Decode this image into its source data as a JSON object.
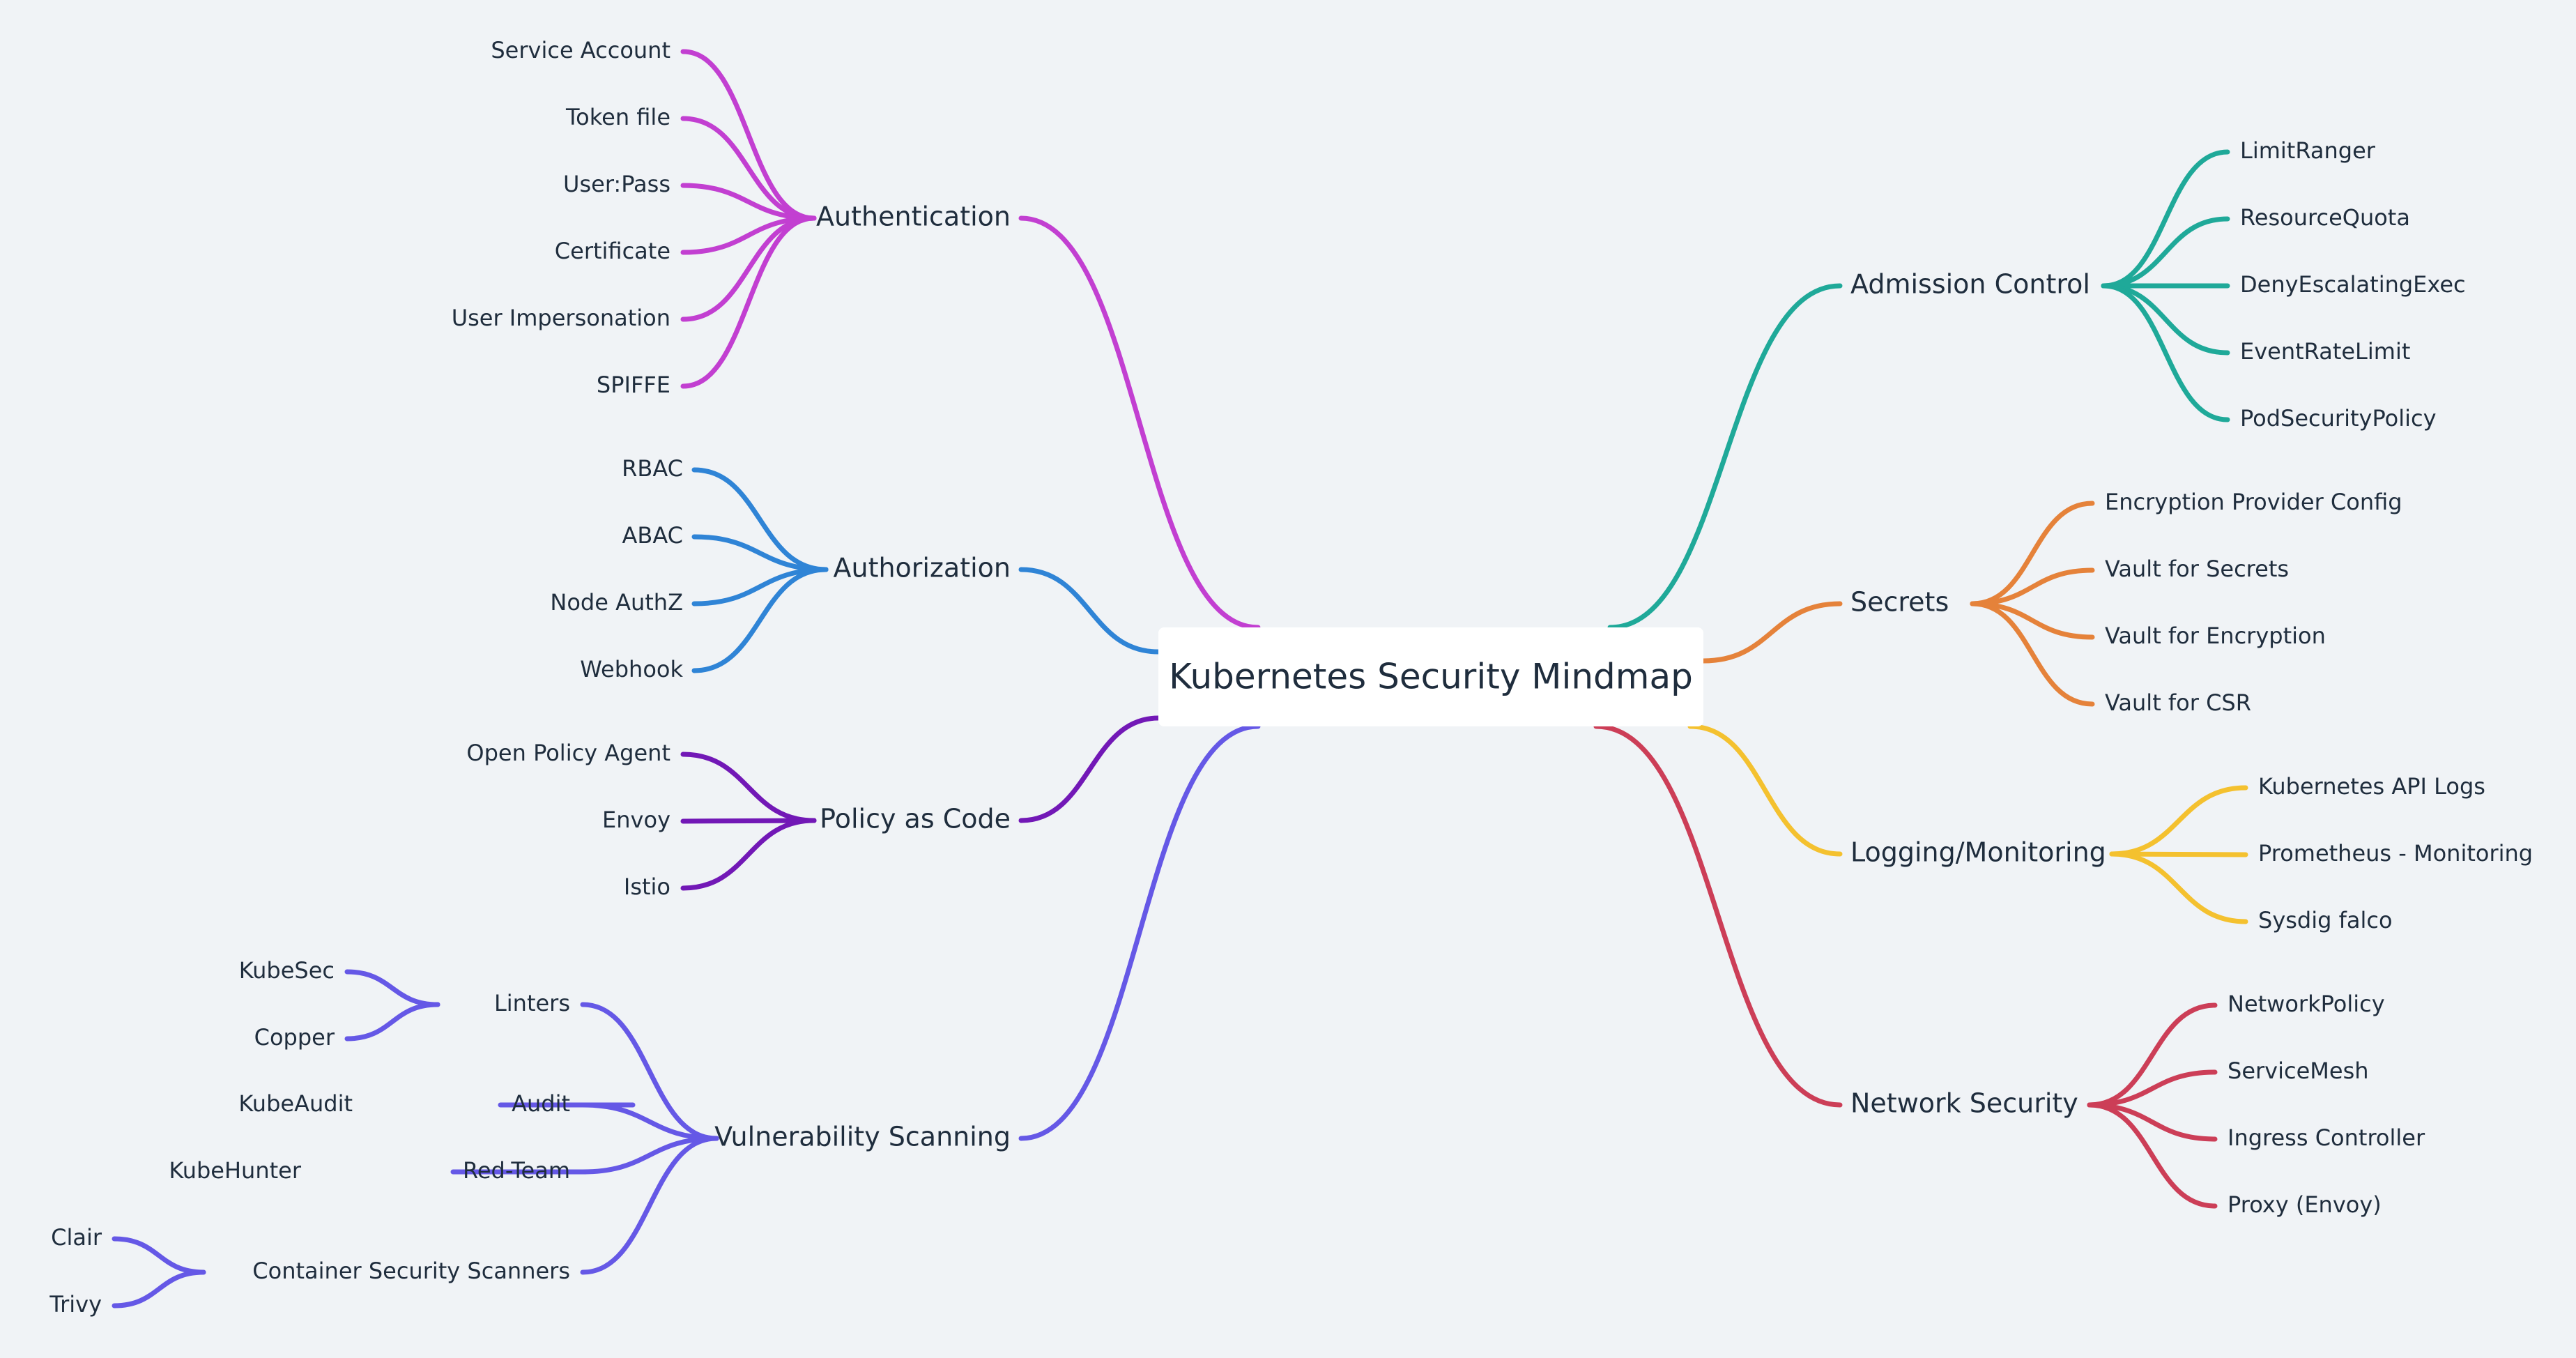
{
  "title": "Kubernetes Security Mindmap",
  "branches": [
    {
      "label": "Authentication",
      "color": "#c23fd1",
      "children": [
        {
          "label": "Service Account"
        },
        {
          "label": "Token file"
        },
        {
          "label": "User:Pass"
        },
        {
          "label": "Certificate"
        },
        {
          "label": "User Impersonation"
        },
        {
          "label": "SPIFFE"
        }
      ]
    },
    {
      "label": "Authorization",
      "color": "#2f84d6",
      "children": [
        {
          "label": "RBAC"
        },
        {
          "label": "ABAC"
        },
        {
          "label": "Node AuthZ"
        },
        {
          "label": "Webhook"
        }
      ]
    },
    {
      "label": "Policy as Code",
      "color": "#7218b6",
      "children": [
        {
          "label": "Open Policy Agent"
        },
        {
          "label": "Envoy"
        },
        {
          "label": "Istio"
        }
      ]
    },
    {
      "label": "Vulnerability Scanning",
      "color": "#6558e6",
      "children": [
        {
          "label": "Linters",
          "children": [
            {
              "label": "KubeSec"
            },
            {
              "label": "Copper"
            }
          ]
        },
        {
          "label": "Audit",
          "children": [
            {
              "label": "KubeAudit"
            }
          ]
        },
        {
          "label": "Red-Team",
          "children": [
            {
              "label": "KubeHunter"
            }
          ]
        },
        {
          "label": "Container Security Scanners",
          "children": [
            {
              "label": "Clair"
            },
            {
              "label": "Trivy"
            }
          ]
        }
      ]
    },
    {
      "label": "Admission Control",
      "color": "#1fa999",
      "children": [
        {
          "label": "LimitRanger"
        },
        {
          "label": "ResourceQuota"
        },
        {
          "label": "DenyEscalatingExec"
        },
        {
          "label": "EventRateLimit"
        },
        {
          "label": "PodSecurityPolicy"
        }
      ]
    },
    {
      "label": "Secrets",
      "color": "#e5823a",
      "children": [
        {
          "label": "Encryption Provider Config"
        },
        {
          "label": "Vault for Secrets"
        },
        {
          "label": "Vault for Encryption"
        },
        {
          "label": "Vault for CSR"
        }
      ]
    },
    {
      "label": "Logging/Monitoring",
      "color": "#f4c12f",
      "children": [
        {
          "label": "Kubernetes API Logs"
        },
        {
          "label": "Prometheus - Monitoring"
        },
        {
          "label": "Sysdig falco"
        }
      ]
    },
    {
      "label": "Network Security",
      "color": "#cc3e57",
      "children": [
        {
          "label": "NetworkPolicy"
        },
        {
          "label": "ServiceMesh"
        },
        {
          "label": "Ingress Controller"
        },
        {
          "label": "Proxy (Envoy)"
        }
      ]
    }
  ]
}
